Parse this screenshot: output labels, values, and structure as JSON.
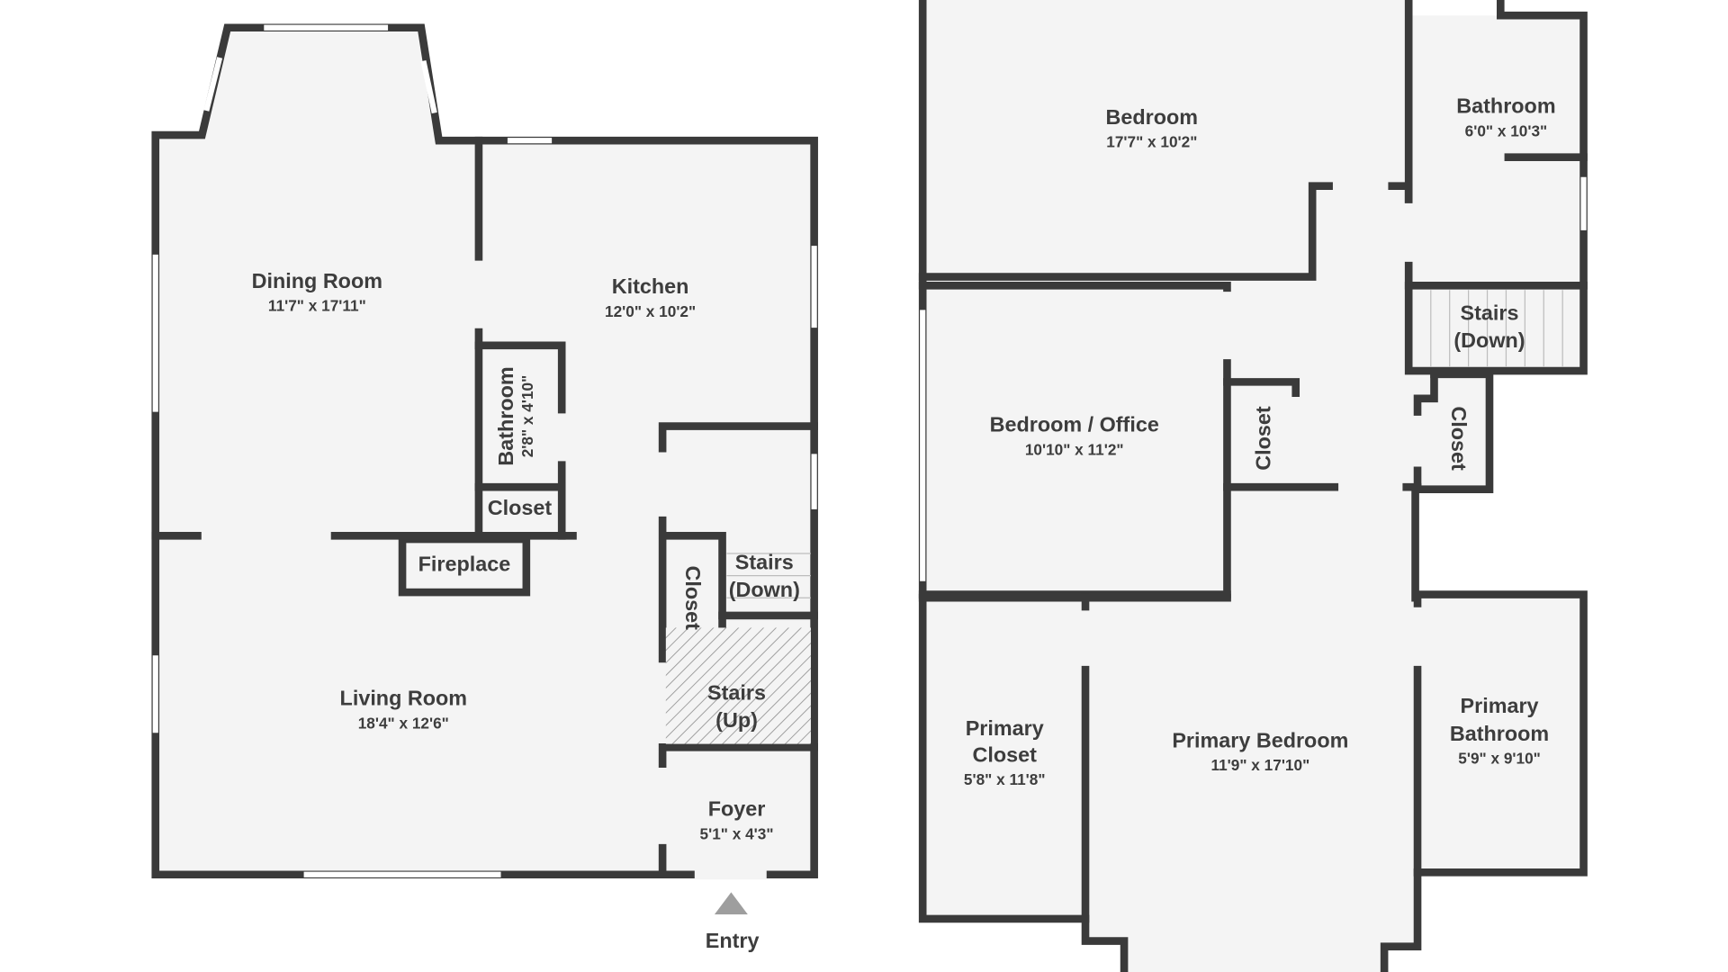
{
  "colors": {
    "wall": "#3a3a3a",
    "floor": "#f4f4f4",
    "text": "#3d3d3d",
    "entry_marker": "#9e9e9e"
  },
  "floor1": {
    "dining": {
      "name": "Dining Room",
      "dims": "11'7\" x 17'11\""
    },
    "kitchen": {
      "name": "Kitchen",
      "dims": "12'0\" x 10'2\""
    },
    "bathroom": {
      "name": "Bathroom",
      "dims": "2'8\" x 4'10\""
    },
    "closet1": {
      "name": "Closet"
    },
    "fireplace": {
      "name": "Fireplace"
    },
    "closet2": {
      "name": "Closet"
    },
    "stairs_down": {
      "line1": "Stairs",
      "line2": "(Down)"
    },
    "stairs_up": {
      "line1": "Stairs",
      "line2": "(Up)"
    },
    "living": {
      "name": "Living Room",
      "dims": "18'4\" x 12'6\""
    },
    "foyer": {
      "name": "Foyer",
      "dims": "5'1\" x 4'3\""
    },
    "entry": {
      "label": "Entry",
      "icon": "triangle-up-icon"
    }
  },
  "floor2": {
    "bedroom": {
      "name": "Bedroom",
      "dims": "17'7\" x 10'2\""
    },
    "bathroom": {
      "name": "Bathroom",
      "dims": "6'0\" x 10'3\""
    },
    "stairs_down": {
      "line1": "Stairs",
      "line2": "(Down)"
    },
    "office": {
      "name": "Bedroom / Office",
      "dims": "10'10\" x 11'2\""
    },
    "closet1": {
      "name": "Closet"
    },
    "closet2": {
      "name": "Closet"
    },
    "primary_closet": {
      "line1": "Primary",
      "line2": "Closet",
      "dims": "5'8\" x 11'8\""
    },
    "primary_bedroom": {
      "name": "Primary Bedroom",
      "dims": "11'9\" x 17'10\""
    },
    "primary_bathroom": {
      "line1": "Primary",
      "line2": "Bathroom",
      "dims": "5'9\" x 9'10\""
    }
  }
}
